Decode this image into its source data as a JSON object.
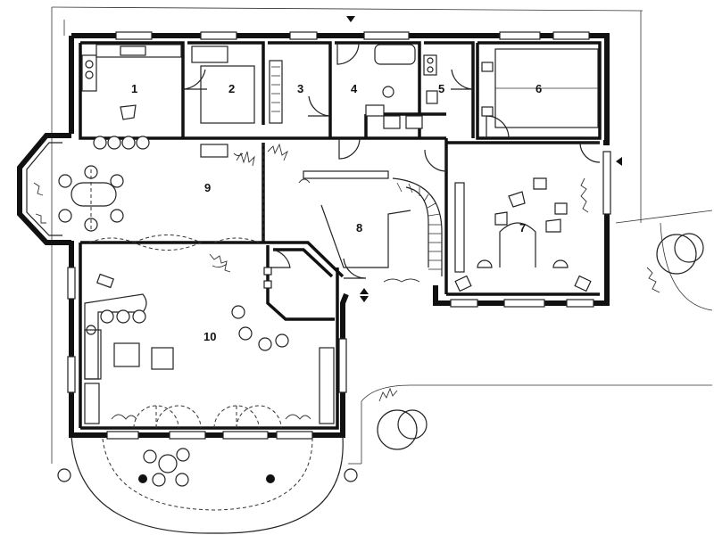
{
  "rooms": [
    {
      "id": "room-1",
      "number": "1"
    },
    {
      "id": "room-2",
      "number": "2"
    },
    {
      "id": "room-3",
      "number": "3"
    },
    {
      "id": "room-4",
      "number": "4"
    },
    {
      "id": "room-5",
      "number": "5"
    },
    {
      "id": "room-6",
      "number": "6"
    },
    {
      "id": "room-7",
      "number": "7"
    },
    {
      "id": "room-8",
      "number": "8"
    },
    {
      "id": "room-9",
      "number": "9"
    },
    {
      "id": "room-10",
      "number": "10"
    }
  ],
  "colors": {
    "ink": "#111111",
    "paper": "#ffffff"
  }
}
